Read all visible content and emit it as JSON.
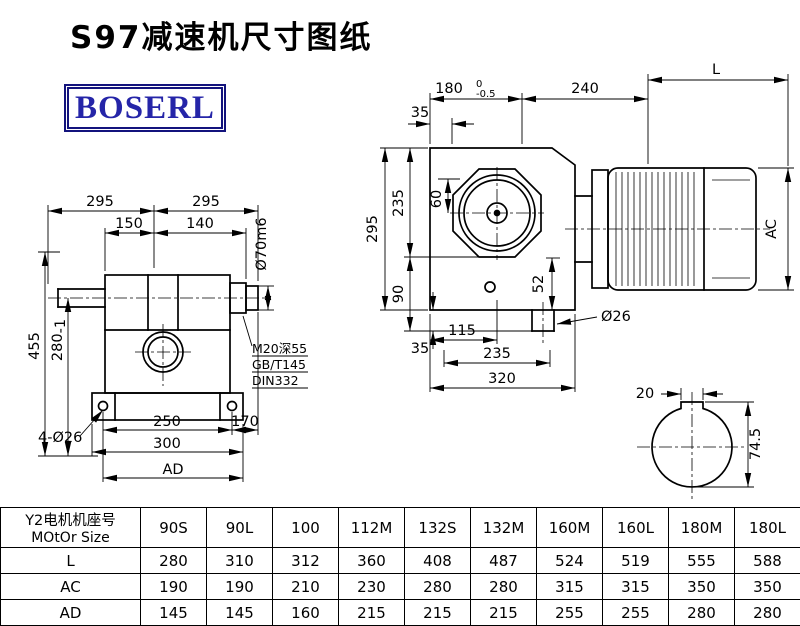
{
  "page": {
    "title": "S97减速机尺寸图纸",
    "logo": "BOSERL"
  },
  "side_view": {
    "dim_295_left": "295",
    "dim_295_right": "295",
    "dim_150": "150",
    "dim_140": "140",
    "dim_455": "455",
    "dim_280": "280",
    "dim_280_tol": "-1",
    "dim_250": "250",
    "dim_170": "170",
    "dim_300": "300",
    "dim_ad": "AD",
    "label_bolt_holes": "4-Ø26",
    "label_shaft": "Ø70m6",
    "note_line1": "M20深55",
    "note_line2": "GB/T145",
    "note_line3": "DIN332"
  },
  "front_view": {
    "dim_180": "180",
    "dim_180_tol_upper": "0",
    "dim_180_tol_lower": "-0.5",
    "dim_240": "240",
    "dim_L": "L",
    "dim_35_top": "35",
    "dim_60": "60",
    "dim_295": "295",
    "dim_235_left": "235",
    "dim_90": "90",
    "dim_35_bottom": "35",
    "dim_115": "115",
    "dim_235_bottom": "235",
    "dim_320": "320",
    "dim_52": "52",
    "label_output_bore": "Ø26",
    "dim_ac": "AC"
  },
  "shaft_section": {
    "dim_keyway_width": "20",
    "dim_keyway_depth": "74.5"
  },
  "table": {
    "header_col_line1": "Y2电机机座号",
    "header_col_line2": "MOtOr Size",
    "columns": [
      "90S",
      "90L",
      "100",
      "112M",
      "132S",
      "132M",
      "160M",
      "160L",
      "180M",
      "180L"
    ],
    "rows": [
      {
        "label": "L",
        "values": [
          "280",
          "310",
          "312",
          "360",
          "408",
          "487",
          "524",
          "519",
          "555",
          "588"
        ]
      },
      {
        "label": "AC",
        "values": [
          "190",
          "190",
          "210",
          "230",
          "280",
          "280",
          "315",
          "315",
          "350",
          "350"
        ]
      },
      {
        "label": "AD",
        "values": [
          "145",
          "145",
          "160",
          "215",
          "215",
          "215",
          "255",
          "255",
          "280",
          "280"
        ]
      }
    ]
  }
}
